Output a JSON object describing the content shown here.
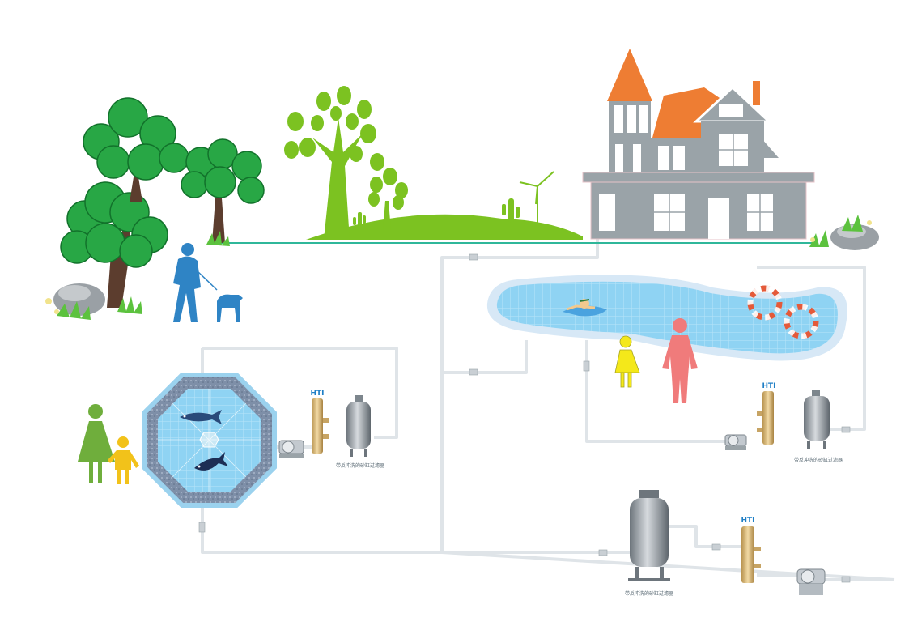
{
  "diagram": {
    "filter_units": [
      {
        "brand": "HTI",
        "caption": "带反冲洗的砂缸过滤器"
      },
      {
        "brand": "HTI",
        "caption": "带反冲洗的砂缸过滤器"
      },
      {
        "brand": "HTI",
        "caption": "带反冲洗的砂缸过滤器"
      }
    ]
  },
  "colors": {
    "tree_dark": "#28a745",
    "tree_light": "#7cc221",
    "roof": "#ee7d33",
    "house": "#9aa3a8",
    "pool_water": "#79c9ef",
    "pipe": "#dfe4e8",
    "walker": "#2f84c5",
    "woman": "#6fae3c",
    "child": "#f2c21a",
    "swim_girl": "#f4e81a",
    "swim_woman": "#f07b7b"
  }
}
